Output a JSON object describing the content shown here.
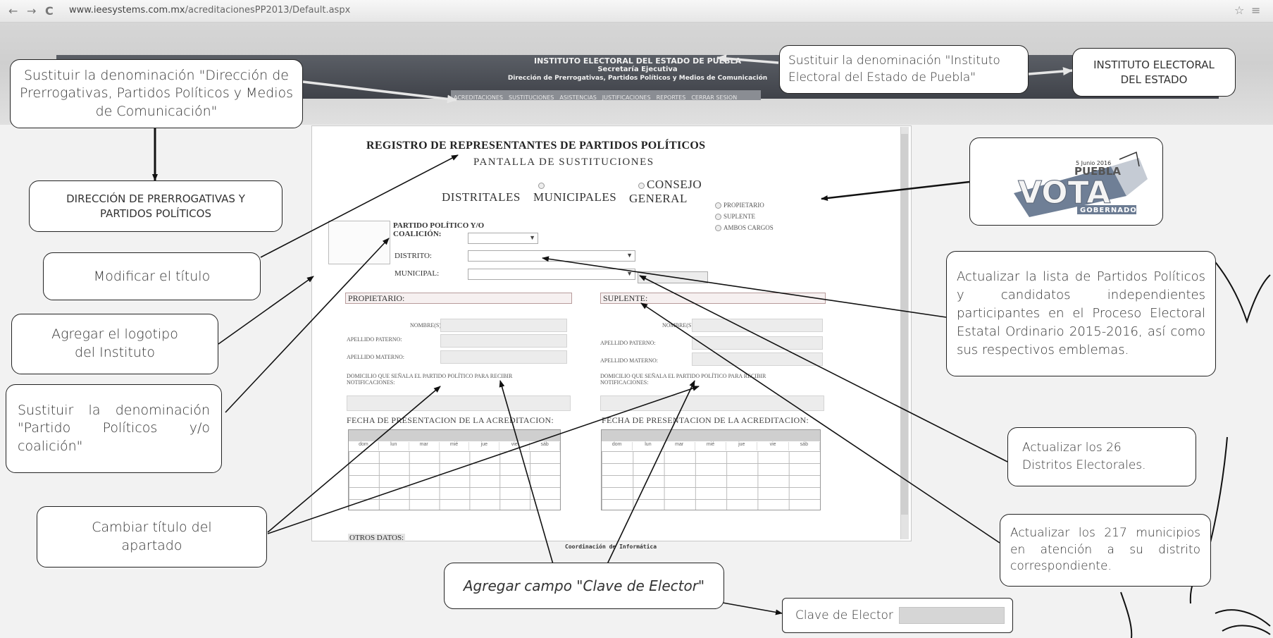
{
  "browser": {
    "back": "←",
    "forward": "→",
    "reload": "C",
    "url_host": "www.ieesystems.com.mx",
    "url_path": "/acreditacionesPP2013/Default.aspx",
    "right_icons": [
      "☆",
      "≡"
    ]
  },
  "banner": {
    "line1": "INSTITUTO ELECTORAL DEL ESTADO DE PUEBLA",
    "line2": "Secretaría Ejecutiva",
    "line3": "Dirección de Prerrogativas, Partidos Políticos y Medios de Comunicación",
    "menu": [
      "ACREDITACIONES",
      "SUSTITUCIONES",
      "ASISTENCIAS",
      "JUSTIFICACIONES",
      "REPORTES",
      "CERRAR SESION"
    ]
  },
  "form": {
    "title": "REGISTRO DE REPRESENTANTES DE PARTIDOS POLÍTICOS",
    "subtitle": "PANTALLA DE SUSTITUCIONES",
    "options": [
      "DISTRITALES",
      "MUNICIPALES",
      "CONSEJO",
      "GENERAL"
    ],
    "cargos": [
      "PROPIETARIO",
      "SUPLENTE",
      "AMBOS CARGOS"
    ],
    "partido_label_1": "PARTIDO POLÍTICO Y/O",
    "partido_label_2": "COALICIÓN:",
    "distrito_label": "DISTRITO:",
    "municipal_label": "MUNICIPAL:",
    "propietario": "PROPIETARIO:",
    "suplente": "SUPLENTE:",
    "nombre": "NOMBRE(S):",
    "apellido_paterno": "APELLIDO PATERNO:",
    "apellido_materno": "APELLIDO MATERNO:",
    "domicilio_1": "DOMICILIO QUE SEÑALA EL PARTIDO POLÍTICO PARA RECIBIR",
    "domicilio_2": "NOTIFICACIONES:",
    "fecha": "FECHA DE PRESENTACION DE LA ACREDITACION:",
    "cal_days": [
      "dom",
      "lun",
      "mar",
      "mié",
      "jue",
      "vie",
      "sáb"
    ],
    "otros": "OTROS DATOS:",
    "footer": "Coordinación de Informática"
  },
  "callouts": {
    "direccion": "Sustituir la denominación \"Dirección de Prerrogativas, Partidos Políticos y Medios de Comunicación\"",
    "direccion_new": "DIRECCIÓN DE PRERROGATIVAS Y PARTIDOS POLÍTICOS",
    "titulo": "Modificar el título",
    "logotipo": "Agregar el logotipo del Instituto",
    "partido": "Sustituir la denominación \"Partido Políticos y/o coalición\"",
    "cambiar": "Cambiar título del apartado",
    "instituto": "Sustituir la denominación \"Instituto Electoral del Estado de Puebla\"",
    "instituto_new": "INSTITUTO ELECTORAL DEL ESTADO",
    "lista": "Actualizar la lista de Partidos Políticos y candidatos independientes participantes en el Proceso Electoral Estatal Ordinario 2015-2016, así como sus respectivos emblemas.",
    "distritos": "Actualizar los 26 Distritos Electorales.",
    "municipios": "Actualizar los 217 municipios en atención a su distrito correspondiente.",
    "clave": "Agregar campo \"Clave de Elector\"",
    "clave_field": "Clave de Elector"
  },
  "logo": {
    "top": "5 Junio 2016",
    "state": "PUEBLA",
    "word": "VOTA",
    "band": "GOBERNADOR"
  }
}
